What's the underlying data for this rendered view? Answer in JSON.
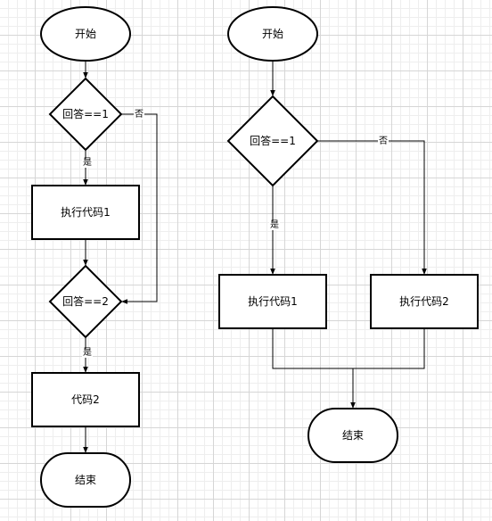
{
  "diagram": {
    "left": {
      "start": "开始",
      "decision1": "回答==1",
      "yes1": "是",
      "no1": "否",
      "process1": "执行代码1",
      "decision2": "回答==2",
      "yes2": "是",
      "process2": "代码2",
      "end": "结束"
    },
    "right": {
      "start": "开始",
      "decision": "回答==1",
      "yes": "是",
      "no": "否",
      "process1": "执行代码1",
      "process2": "执行代码2",
      "end": "结束"
    }
  }
}
